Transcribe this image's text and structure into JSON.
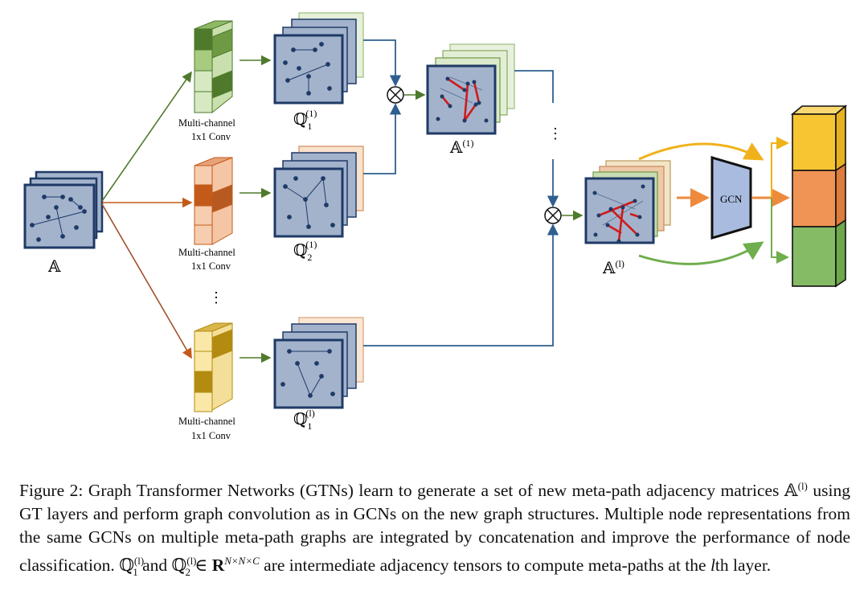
{
  "labels": {
    "input_tensor": "𝔸",
    "conv_1": [
      "Multi-channel",
      "1x1 Conv"
    ],
    "conv_2": [
      "Multi-channel",
      "1x1 Conv"
    ],
    "conv_3": [
      "Multi-channel",
      "1x1 Conv"
    ],
    "q1_1": "ℚ",
    "q1_1_sub": "1",
    "q1_1_sup": "(1)",
    "q2_1": "ℚ",
    "q2_1_sub": "2",
    "q2_1_sup": "(1)",
    "q1_l": "ℚ",
    "q1_l_sub": "1",
    "q1_l_sup": "(l)",
    "a1": "𝔸",
    "a1_sup": "(1)",
    "al": "𝔸",
    "al_sup": "(l)",
    "gcn": "GCN",
    "vdots": "⋮",
    "otimes": "⊗"
  },
  "colors": {
    "matrix_blue": "#a3b3cc",
    "matrix_edge": "#1f3a66",
    "green": "#4f7a2c",
    "orange": "#c45a1a",
    "yellow": "#c9a11d",
    "out_yellow": "#f7c531",
    "out_orange": "#ef9455",
    "out_green": "#86bb66",
    "gcn_fill": "#a9bce0"
  },
  "caption": {
    "prefix": "Figure 2: Graph Transformer Networks (GTNs) learn to generate a set of new meta-path adjacency matrices ",
    "part2": " using GT layers and perform graph convolution as in GCNs on the new graph structures. Multiple node representations from the same GCNs on multiple meta-path graphs are integrated by concatenation and improve the performance of node classification. ",
    "and": " and ",
    "in": " ∈ ",
    "R": "R",
    "NNC": "N×N×C",
    "are": " are intermediate adjacency tensors to compute meta-paths at the ",
    "l": "l",
    "th": "th layer.",
    "A": "𝔸",
    "A_sup": "(l)",
    "Q": "ℚ",
    "Q1_sub": "1",
    "Q2_sub": "2",
    "Q_sup": "(l)"
  }
}
